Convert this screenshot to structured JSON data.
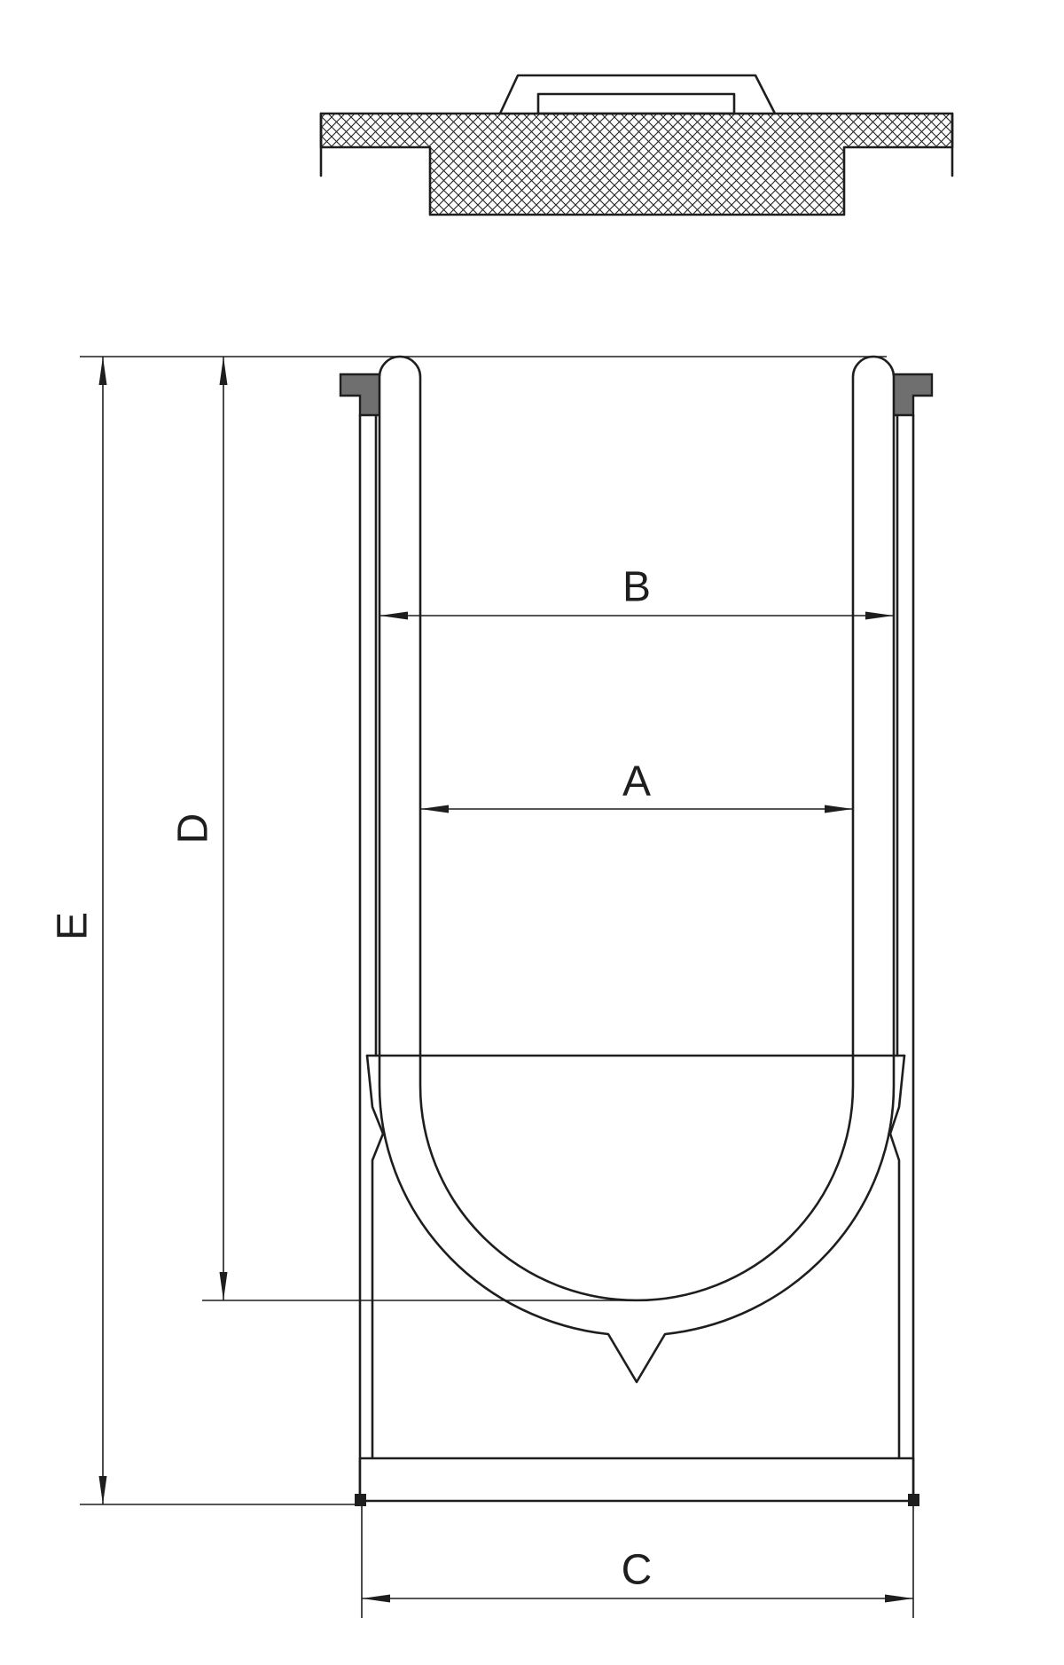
{
  "dimension_labels": {
    "A": "A",
    "B": "B",
    "C": "C",
    "D": "D",
    "E": "E"
  },
  "colors": {
    "line": "#1e1e1e",
    "ledge_fill": "#6f6f6f",
    "hatch": "#222222",
    "background": "#ffffff"
  }
}
